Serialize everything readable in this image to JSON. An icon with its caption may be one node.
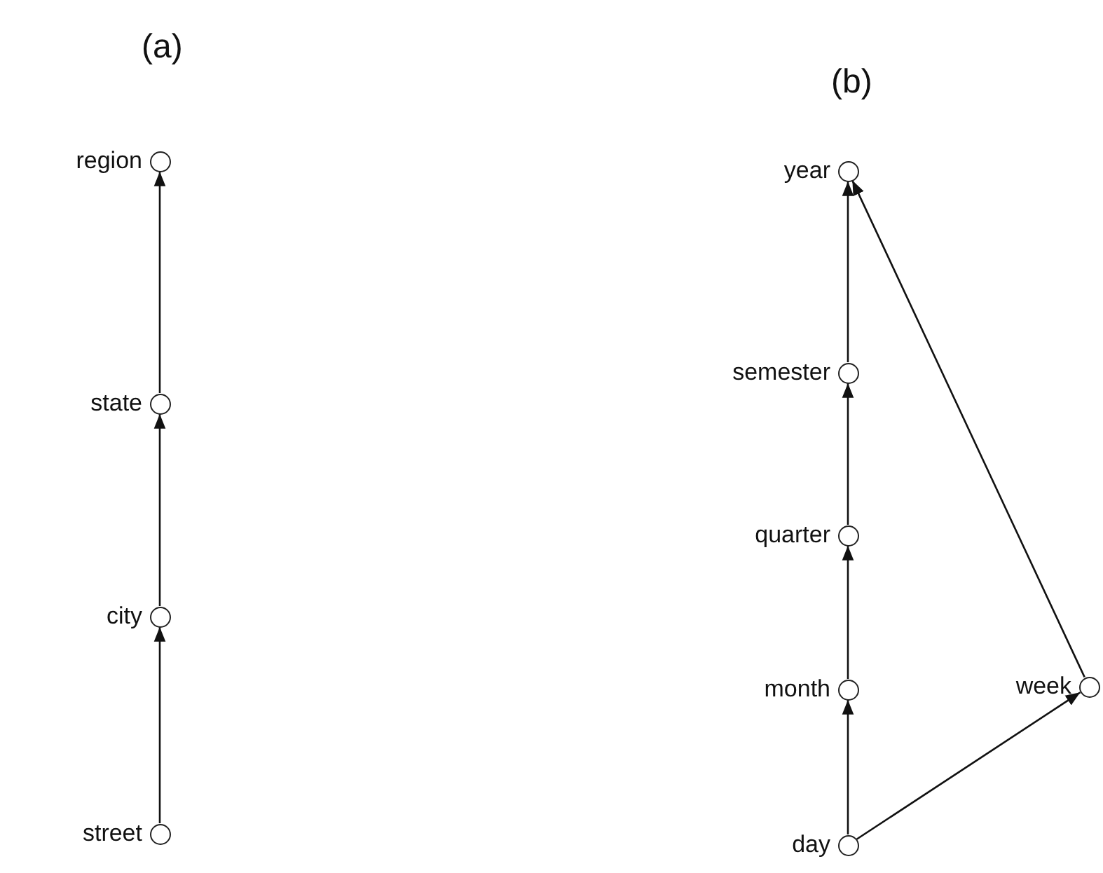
{
  "diagram": {
    "nodes": [
      {
        "text": [],
        "shape": "circle",
        "beside": [
          "region"
        ]
      },
      {
        "text": [],
        "shape": "circle",
        "beside": [
          "state"
        ]
      },
      {
        "text": [],
        "shape": "circle",
        "beside": [
          "city"
        ]
      },
      {
        "text": [],
        "shape": "circle",
        "beside": [
          "street"
        ]
      },
      {
        "text": [],
        "shape": "circle",
        "beside": [
          "year"
        ]
      },
      {
        "text": [],
        "shape": "circle",
        "beside": [
          "semester"
        ]
      },
      {
        "text": [],
        "shape": "circle",
        "beside": [
          "quarter"
        ]
      },
      {
        "text": [],
        "shape": "circle",
        "beside": [
          "month"
        ]
      },
      {
        "text": [],
        "shape": "circle",
        "beside": [
          "week"
        ]
      },
      {
        "text": [],
        "shape": "circle",
        "beside": [
          "day"
        ]
      }
    ],
    "edges": [
      {
        "from": 3,
        "to": 2,
        "arrow": "to"
      },
      {
        "from": 2,
        "to": 1,
        "arrow": "to"
      },
      {
        "from": 1,
        "to": 0,
        "arrow": "to"
      },
      {
        "from": 9,
        "to": 7,
        "arrow": "to"
      },
      {
        "from": 7,
        "to": 6,
        "arrow": "to"
      },
      {
        "from": 6,
        "to": 5,
        "arrow": "to"
      },
      {
        "from": 5,
        "to": 4,
        "arrow": "to"
      },
      {
        "from": 9,
        "to": 8,
        "arrow": "to"
      },
      {
        "from": 8,
        "to": 4,
        "arrow": "to"
      }
    ],
    "labels": [
      "(a)",
      "(b)"
    ]
  }
}
